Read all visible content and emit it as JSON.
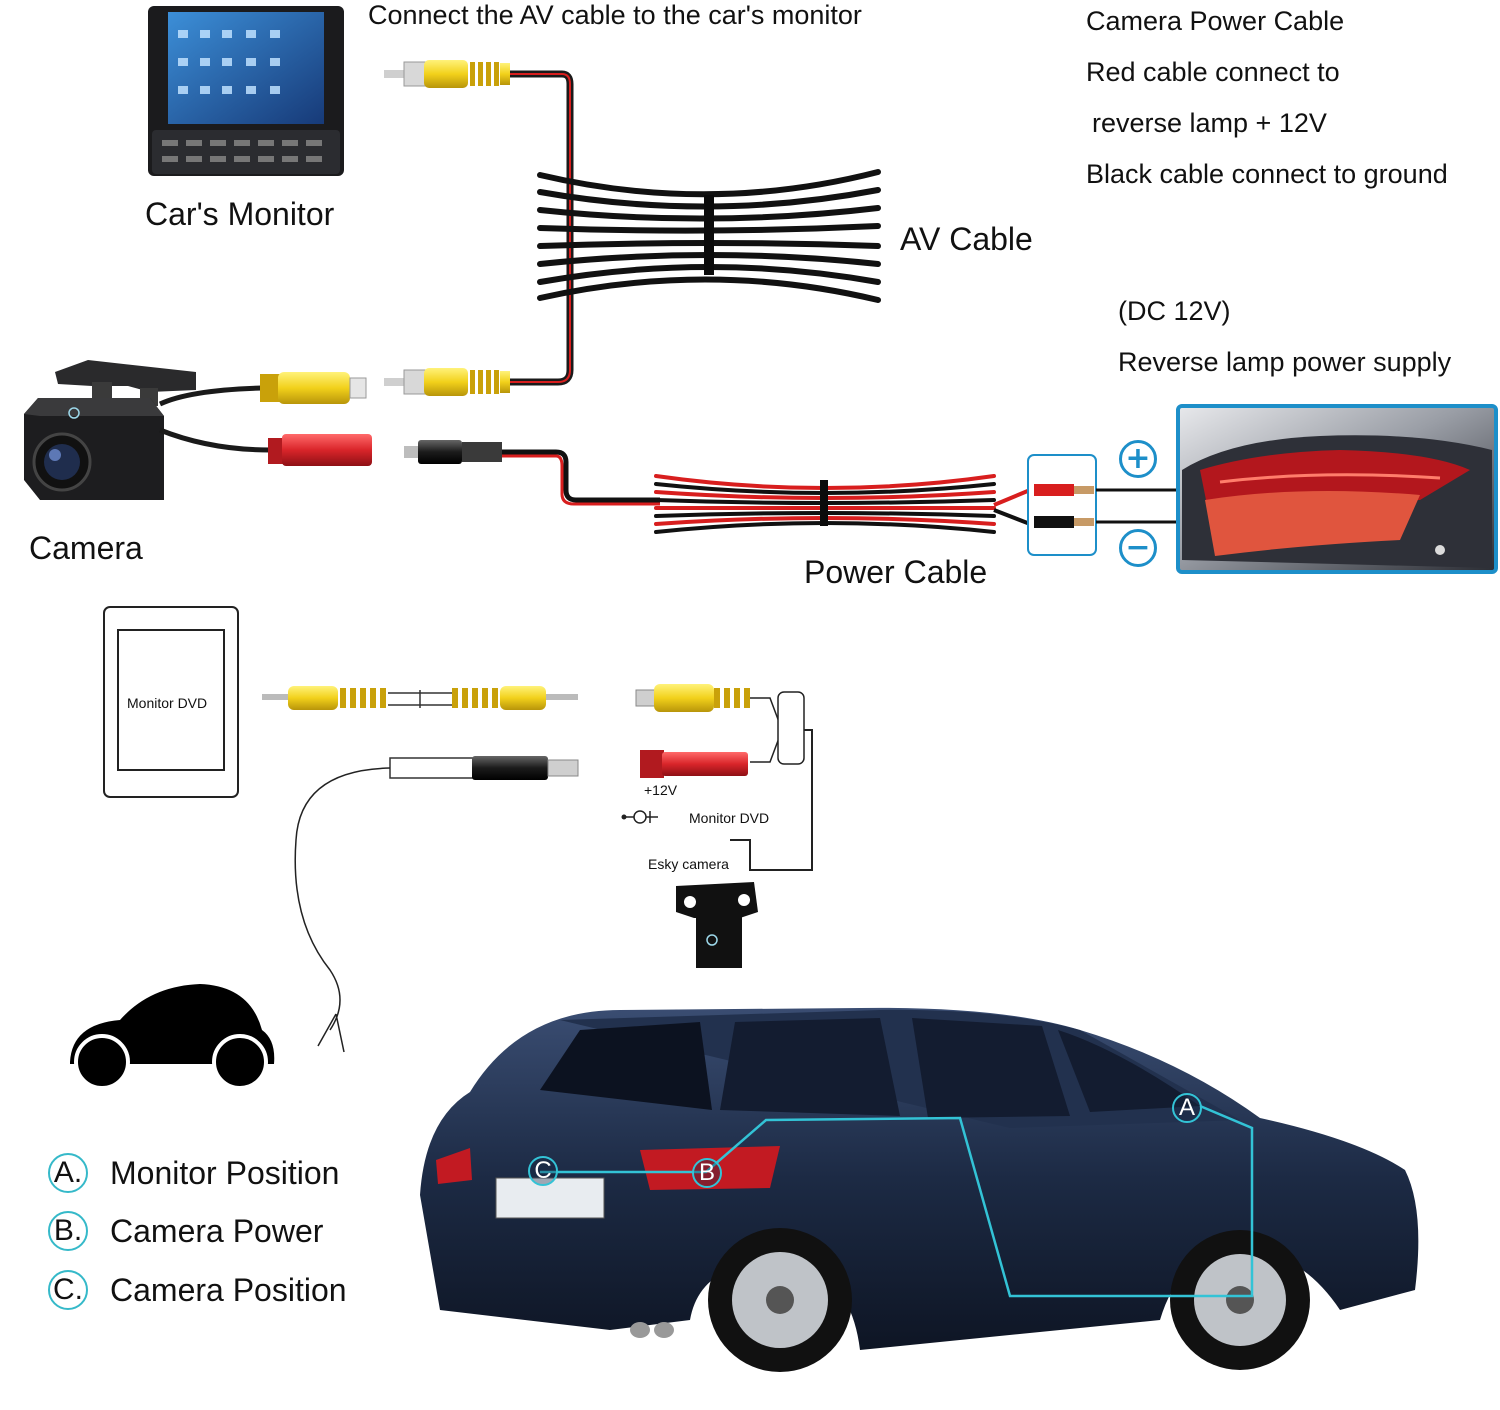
{
  "labels": {
    "connect_av": "Connect the AV cable to the car's monitor",
    "cars_monitor": "Car's Monitor",
    "av_cable": "AV Cable",
    "camera_power_cable": "Camera Power Cable",
    "red_cable": "Red cable connect to",
    "reverse_lamp": "reverse lamp + 12V",
    "black_cable": "Black cable connect to ground",
    "dc12v": "(DC 12V)",
    "reverse_supply": "Reverse lamp power supply",
    "camera": "Camera",
    "power_cable": "Power Cable",
    "plus": "+",
    "minus": "−"
  },
  "schematic": {
    "monitor_dvd_box": "Monitor  DVD",
    "plus12v": "+12V",
    "monitor_dvd": "Monitor  DVD",
    "esky_camera": "Esky  camera"
  },
  "legend": [
    {
      "letter": "A.",
      "text": "Monitor Position"
    },
    {
      "letter": "B.",
      "text": "Camera Power"
    },
    {
      "letter": "C.",
      "text": "Camera Position"
    }
  ],
  "car_markers": {
    "a": "A",
    "b": "B",
    "c": "C"
  },
  "colors": {
    "rca_yellow": "#f2d11b",
    "plug_red": "#d9252a",
    "wire_red": "#d81e1e",
    "accent_cyan": "#33c3d6",
    "car_body": "#1c2a44",
    "lamp_frame": "#1d8fc9"
  }
}
